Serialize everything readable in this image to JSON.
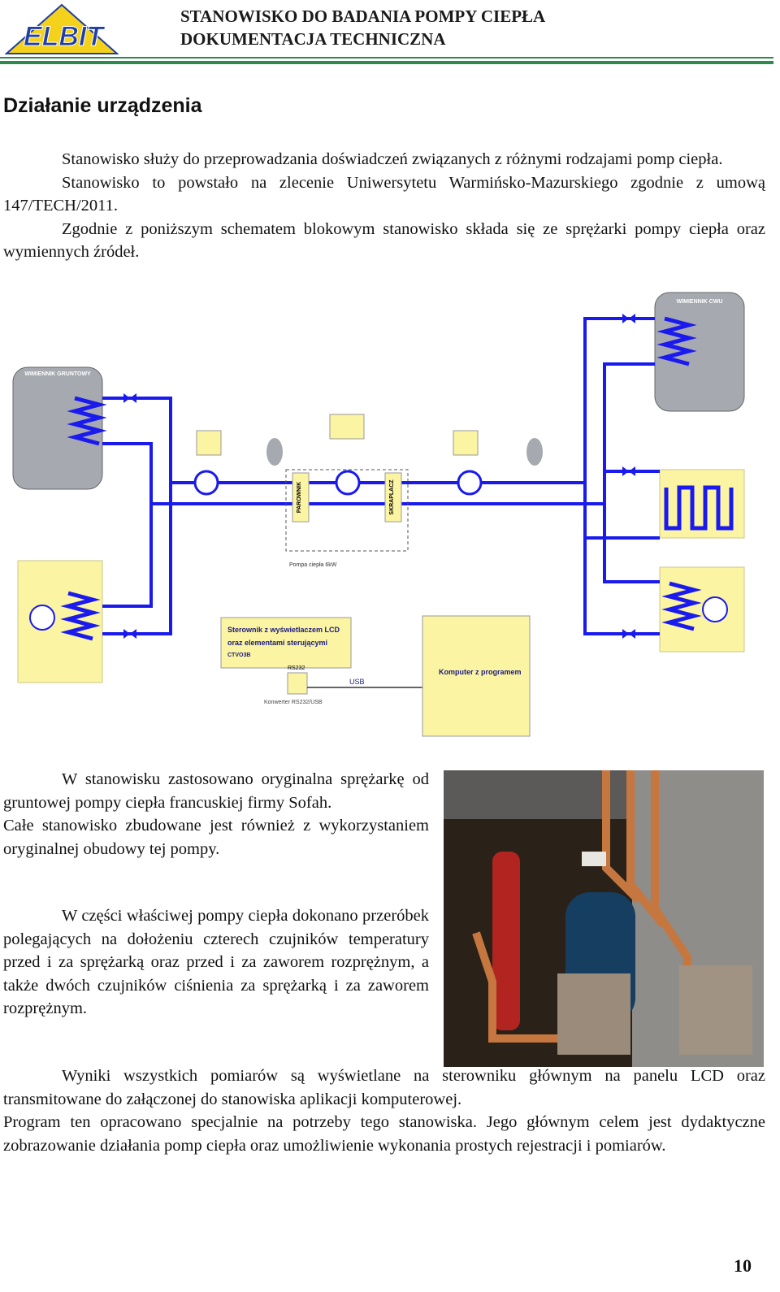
{
  "header": {
    "logo_text": "ELBIT",
    "title_line1": "STANOWISKO DO BADANIA POMPY CIEPŁA",
    "title_line2": "DOKUMENTACJA TECHNICZNA"
  },
  "section_title": "Działanie urządzenia",
  "intro": [
    "Stanowisko służy do przeprowadzania doświadczeń związanych z różnymi rodzajami pomp ciepła.",
    "Stanowisko to powstało na zlecenie Uniwersytetu Warmińsko-Mazurskiego zgodnie z umową 147/TECH/2011.",
    "Zgodnie z poniższym schematem blokowym stanowisko składa się ze sprężarki pompy ciepła oraz wymiennych źródeł."
  ],
  "diagram": {
    "exchanger_ground": "WIMIENNIK GRUNTOWY",
    "exchanger_cwu": "WIMIENNIK CWU",
    "controller_line1": "Sterownik z wyświetlaczem LCD",
    "controller_line2": "oraz elementami sterującymi",
    "controller_line3": "CTVO3B",
    "computer": "Komputer z programem",
    "usb": "USB",
    "rs232": "RS232",
    "converter": "Konwerter RS232/USB",
    "pump_label": "Pompa ciepła 6kW",
    "heat_exchanger_1": "PAROWNIK",
    "heat_exchanger_2": "SKRAPLACZ"
  },
  "para2": [
    "W stanowisku zastosowano oryginalna sprężarkę od gruntowej pompy ciepła francuskiej firmy Sofah.",
    "Całe stanowisko zbudowane jest również z wykorzystaniem oryginalnej obudowy tej pompy."
  ],
  "para3": "W części właściwej pompy ciepła dokonano przeróbek polegających na dołożeniu czterech czujników temperatury przed i za sprężarką oraz przed i za zaworem rozprężnym, a także dwóch czujników ciśnienia za sprężarką i za zaworem rozprężnym.",
  "para4": [
    "Wyniki wszystkich pomiarów są wyświetlane na sterowniku głównym na panelu LCD oraz transmitowane do załączonej do stanowiska aplikacji komputerowej.",
    "Program ten opracowano specjalnie na potrzeby tego stanowiska. Jego głównym celem jest dydaktyczne zobrazowanie działania pomp ciepła oraz umożliwienie wykonania prostych rejestracji i pomiarów."
  ],
  "page_number": "10",
  "colors": {
    "pipe": "#1a1aee",
    "tank": "#a7a9b1",
    "accent": "#fbf4a2",
    "rule": "#2d8a4a",
    "logo": "#1f3fa6"
  }
}
